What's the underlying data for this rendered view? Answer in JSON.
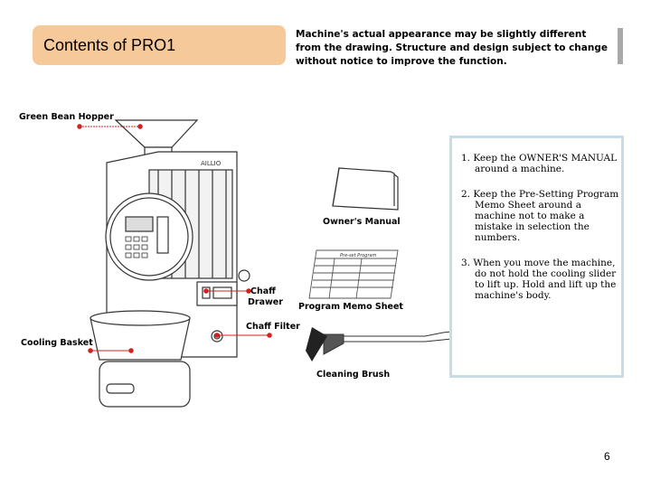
{
  "header": {
    "title": "Contents of PRO1",
    "disclaimer": "Machine's actual appearance may be slightly different from the drawing. Structure and design subject to change without notice to improve the function."
  },
  "labels": {
    "hopper": "Green Bean Hopper",
    "chaff_drawer_1": "Chaff",
    "chaff_drawer_2": "Drawer",
    "chaff_filter": "Chaff Filter",
    "cooling_basket": "Cooling Basket",
    "owners_manual": "Owner's Manual",
    "program_memo": "Program Memo Sheet",
    "memo_sheet_heading": "Pre-set Program",
    "cleaning_brush": "Cleaning Brush",
    "machine_brand": "AILLIO"
  },
  "notes": [
    "1. Keep the OWNER'S MANUAL around a machine.",
    "2. Keep the Pre-Setting Program Memo Sheet around a machine not to make a mistake in selection the numbers.",
    "3. When you move the machine, do not hold the cooling slider to lift up. Hold and lift up the machine's body."
  ],
  "page_number": "6",
  "colors": {
    "title_bg": "#f6c99a",
    "accent_red": "#d32020",
    "notes_border": "#c6dde9"
  }
}
